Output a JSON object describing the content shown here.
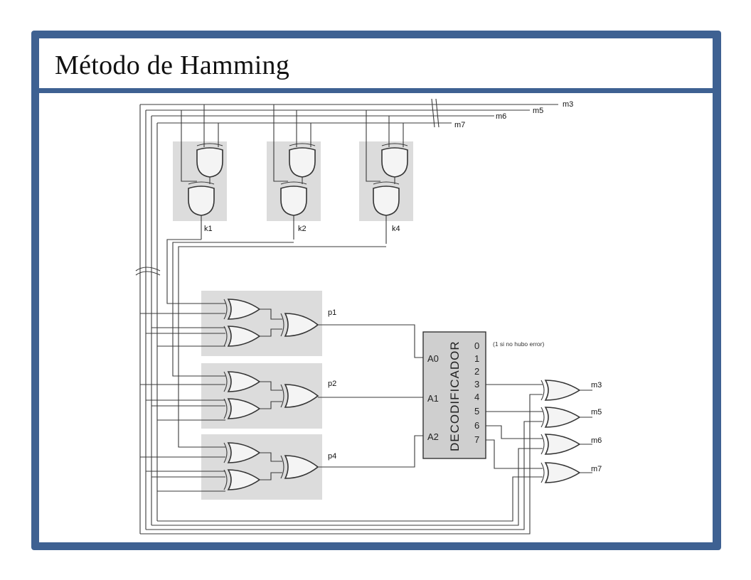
{
  "title": "Método de Hamming",
  "diagram": {
    "inputs": [
      "m3",
      "m5",
      "m6",
      "m7"
    ],
    "check_bits": [
      "k1",
      "k2",
      "k4"
    ],
    "parity": [
      "p1",
      "p2",
      "p4"
    ],
    "decoder_label": "DECODIFICADOR",
    "decoder_inputs": [
      "A0",
      "A1",
      "A2"
    ],
    "decoder_outputs": [
      "0",
      "1",
      "2",
      "3",
      "4",
      "5",
      "6",
      "7"
    ],
    "decoder_note": "(1 si no hubo error)",
    "outputs": [
      "m3",
      "m5",
      "m6",
      "m7"
    ]
  }
}
